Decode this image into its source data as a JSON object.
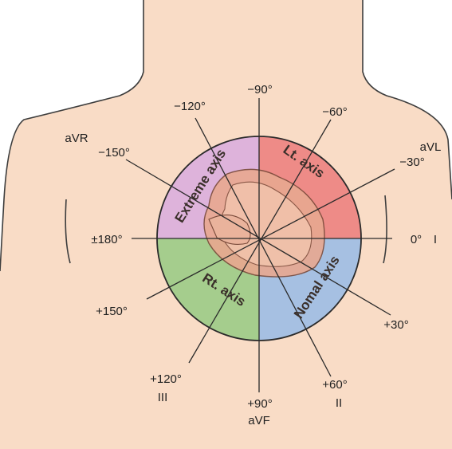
{
  "colors": {
    "skin": "#f9dcc6",
    "skin_outline": "#3d3d3d",
    "extreme_axis": "#deb3db",
    "left_axis": "#ee8b87",
    "right_axis": "#a5cd8d",
    "normal_axis": "#a6c0e2",
    "heart_fill": "#e8a890",
    "heart_inner": "#f2c4ad",
    "line": "#2a2a2a"
  },
  "quadrants": {
    "extreme": "Extreme axis",
    "left": "Lt. axis",
    "right": "Rt. axis",
    "normal": "Nomal axis"
  },
  "angles": {
    "minus_90": "−90°",
    "minus_120": "−120°",
    "minus_60": "−60°",
    "minus_150": "−150°",
    "minus_30": "−30°",
    "plus_minus_180": "±180°",
    "zero": "0°",
    "plus_150": "+150°",
    "plus_30": "+30°",
    "plus_120": "+120°",
    "plus_60": "+60°",
    "plus_90": "+90°"
  },
  "leads": {
    "aVR": "aVR",
    "aVL": "aVL",
    "I": "I",
    "III": "III",
    "II": "II",
    "aVF": "aVF"
  }
}
